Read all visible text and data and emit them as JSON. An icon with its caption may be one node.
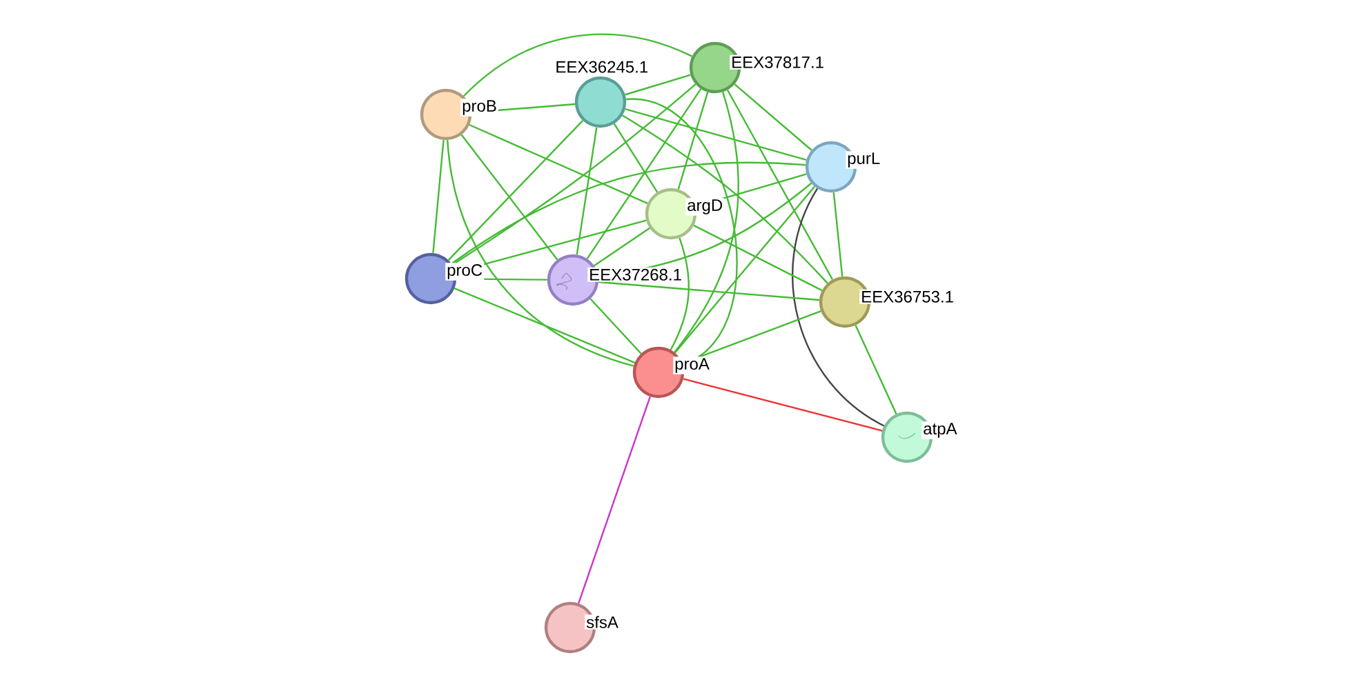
{
  "diagram": {
    "nodes": [
      {
        "text": [
          "proB"
        ]
      },
      {
        "text": [
          "EEX36245.1"
        ]
      },
      {
        "text": [
          "EEX37817.1"
        ]
      },
      {
        "text": [
          "purL"
        ]
      },
      {
        "text": [
          "argD"
        ]
      },
      {
        "text": [
          "proC"
        ]
      },
      {
        "text": [
          "EEX37268.1"
        ]
      },
      {
        "text": [
          "EEX36753.1"
        ]
      },
      {
        "text": [
          "proA"
        ]
      },
      {
        "text": [
          "atpA"
        ]
      },
      {
        "text": [
          "sfsA"
        ]
      }
    ],
    "edges": [
      {
        "from": 0,
        "to": 1,
        "arrow": "none"
      },
      {
        "from": 0,
        "to": 2,
        "arrow": "none"
      },
      {
        "from": 0,
        "to": 4,
        "arrow": "none"
      },
      {
        "from": 0,
        "to": 5,
        "arrow": "none"
      },
      {
        "from": 0,
        "to": 6,
        "arrow": "none"
      },
      {
        "from": 0,
        "to": 8,
        "arrow": "none"
      },
      {
        "from": 1,
        "to": 2,
        "arrow": "none"
      },
      {
        "from": 1,
        "to": 3,
        "arrow": "none"
      },
      {
        "from": 1,
        "to": 4,
        "arrow": "none"
      },
      {
        "from": 1,
        "to": 5,
        "arrow": "none"
      },
      {
        "from": 1,
        "to": 6,
        "arrow": "none"
      },
      {
        "from": 1,
        "to": 7,
        "arrow": "none"
      },
      {
        "from": 1,
        "to": 8,
        "arrow": "none"
      },
      {
        "from": 2,
        "to": 3,
        "arrow": "none"
      },
      {
        "from": 2,
        "to": 4,
        "arrow": "none"
      },
      {
        "from": 2,
        "to": 5,
        "arrow": "none"
      },
      {
        "from": 2,
        "to": 6,
        "arrow": "none"
      },
      {
        "from": 2,
        "to": 7,
        "arrow": "none"
      },
      {
        "from": 2,
        "to": 8,
        "arrow": "none"
      },
      {
        "from": 3,
        "to": 4,
        "arrow": "none"
      },
      {
        "from": 3,
        "to": 5,
        "arrow": "none"
      },
      {
        "from": 3,
        "to": 6,
        "arrow": "none"
      },
      {
        "from": 3,
        "to": 7,
        "arrow": "none"
      },
      {
        "from": 3,
        "to": 8,
        "arrow": "none"
      },
      {
        "from": 3,
        "to": 9,
        "arrow": "none",
        "color": "#444444"
      },
      {
        "from": 4,
        "to": 5,
        "arrow": "none"
      },
      {
        "from": 4,
        "to": 6,
        "arrow": "none"
      },
      {
        "from": 4,
        "to": 7,
        "arrow": "none"
      },
      {
        "from": 4,
        "to": 8,
        "arrow": "none"
      },
      {
        "from": 5,
        "to": 6,
        "arrow": "none"
      },
      {
        "from": 5,
        "to": 8,
        "arrow": "none"
      },
      {
        "from": 6,
        "to": 7,
        "arrow": "none"
      },
      {
        "from": 6,
        "to": 8,
        "arrow": "none"
      },
      {
        "from": 7,
        "to": 8,
        "arrow": "none"
      },
      {
        "from": 7,
        "to": 9,
        "arrow": "none"
      },
      {
        "from": 8,
        "to": 9,
        "arrow": "none",
        "color": "#ee3333"
      },
      {
        "from": 8,
        "to": 10,
        "arrow": "none",
        "color": "#cc33cc"
      }
    ]
  }
}
